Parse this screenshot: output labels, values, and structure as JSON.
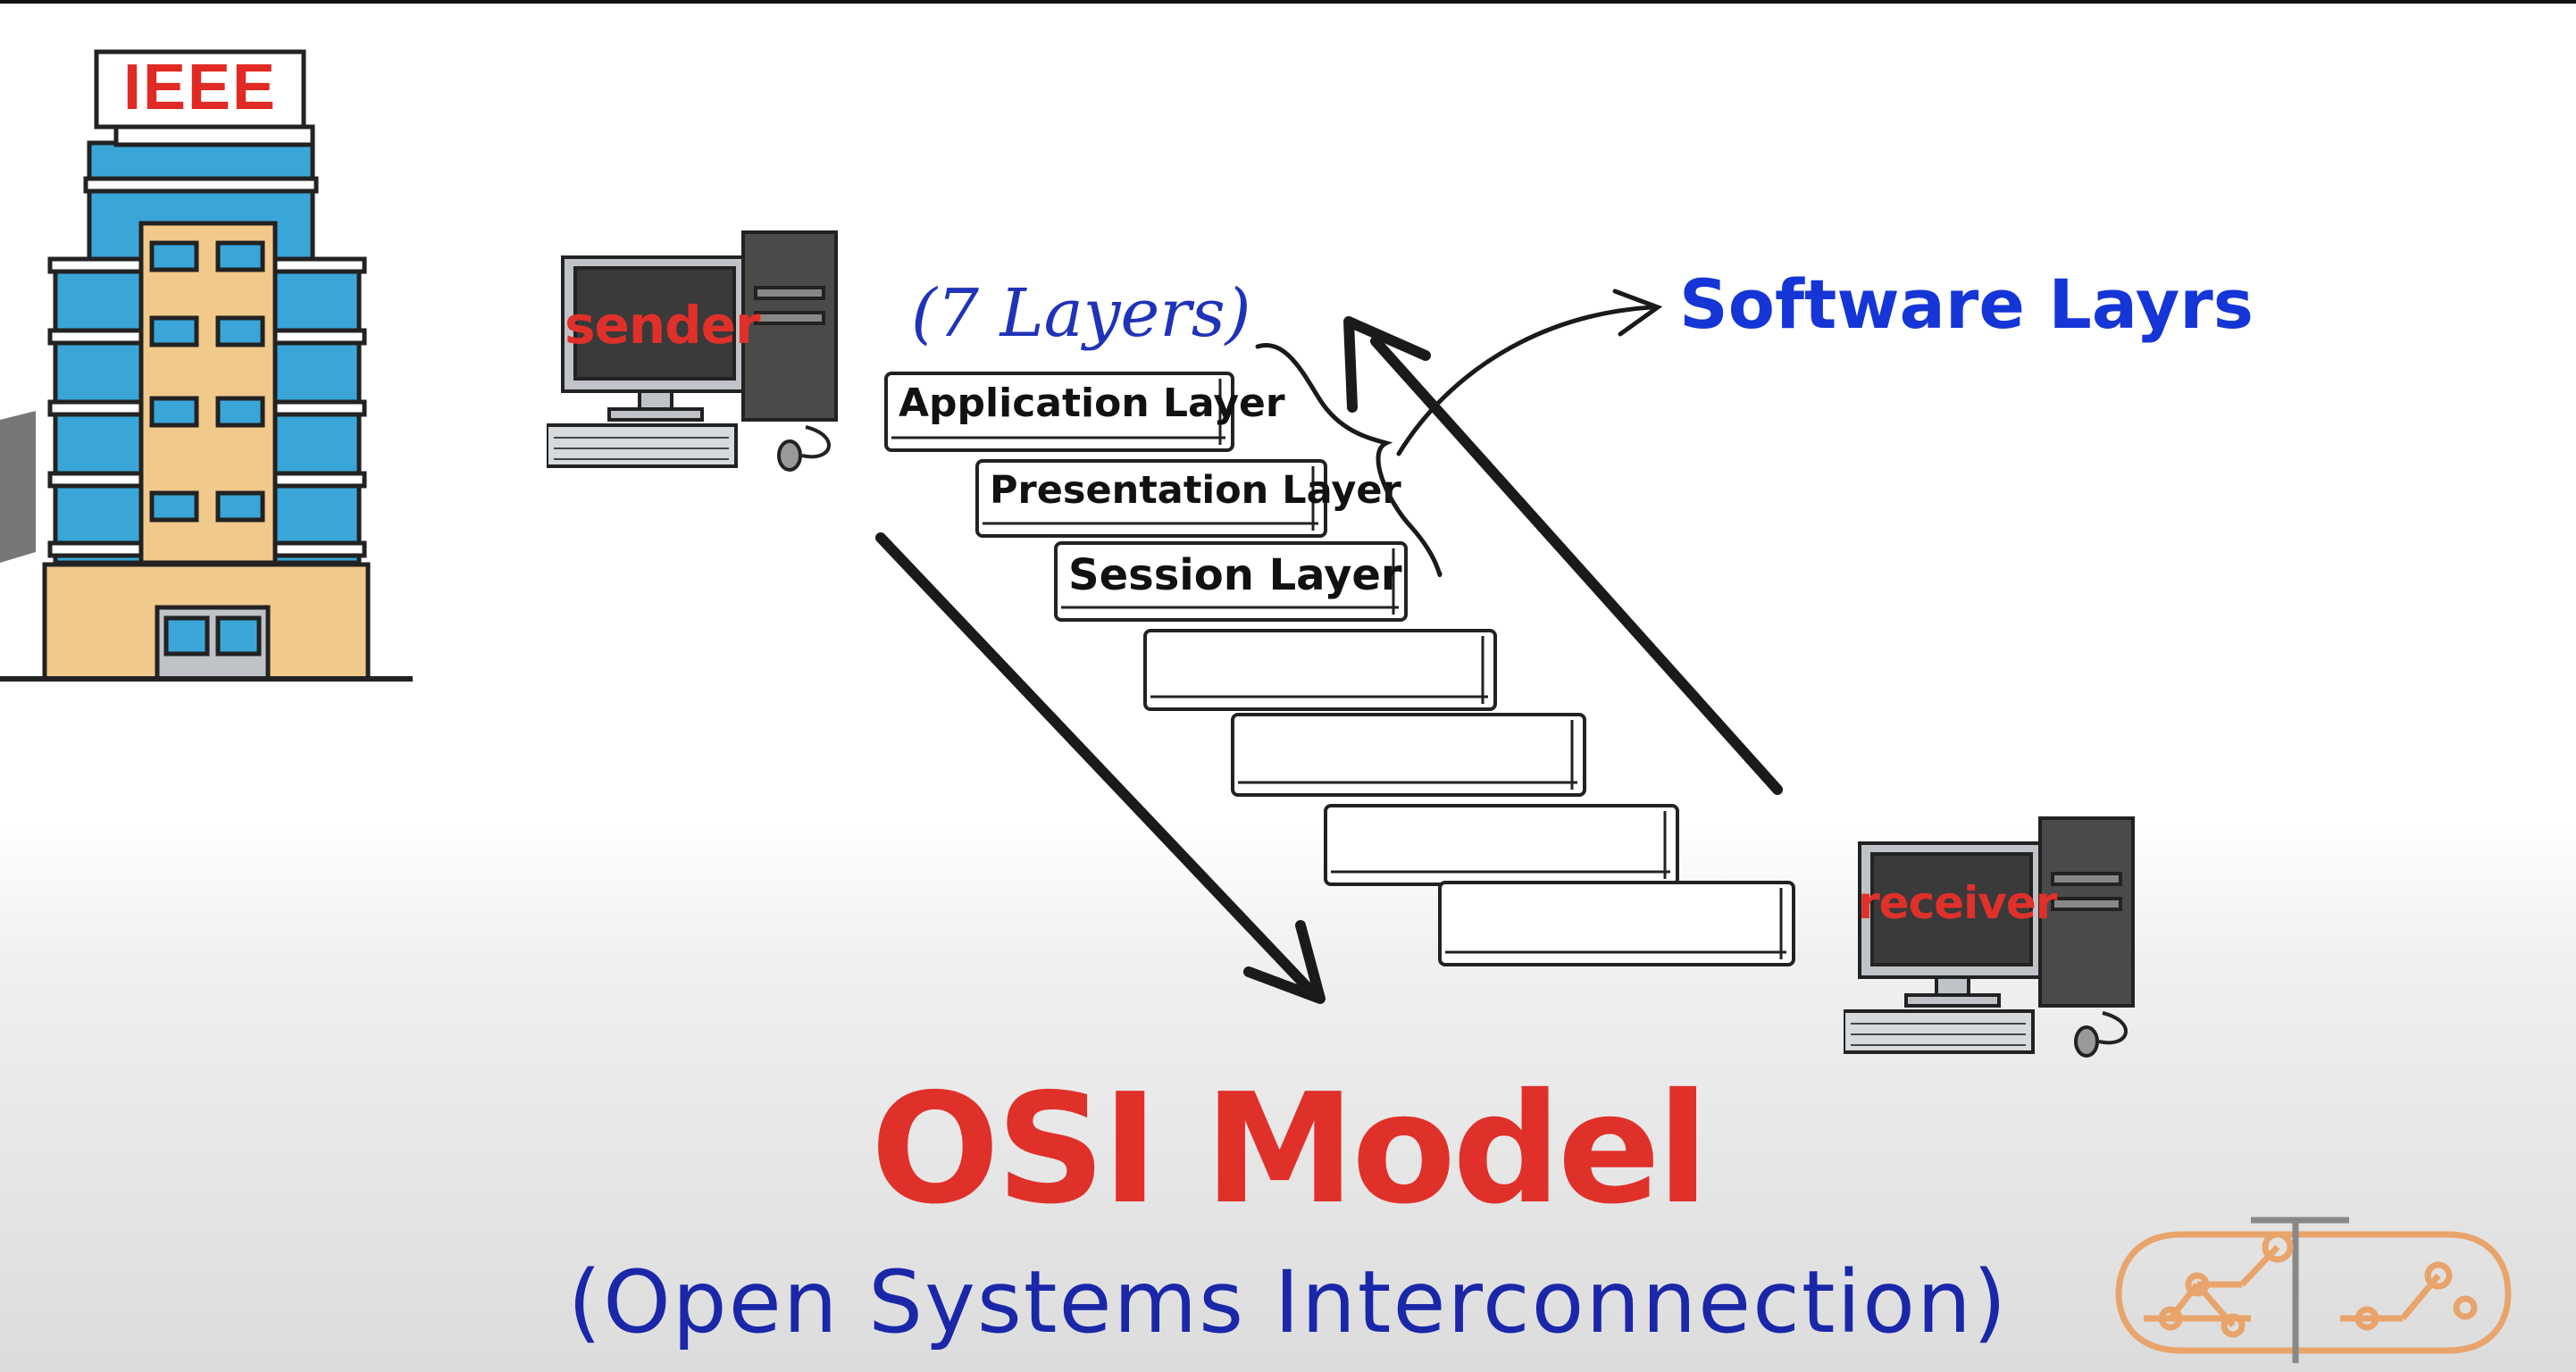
{
  "diagram": {
    "building_sign": "IEEE",
    "sender_label": "sender",
    "receiver_label": "receiver",
    "layers_note": "(7 Layers)",
    "layers": [
      {
        "label": "Application Layer"
      },
      {
        "label": "Presentation Layer"
      },
      {
        "label": "Session Layer"
      },
      {
        "label": ""
      },
      {
        "label": ""
      },
      {
        "label": ""
      },
      {
        "label": ""
      }
    ],
    "software_label": "Software Layrs",
    "title": "OSI Model",
    "subtitle": "(Open Systems Interconnection)"
  },
  "colors": {
    "accent_red": "#e0302a",
    "accent_blue": "#1535d6",
    "subtitle_blue": "#1a27a8",
    "building_tan": "#f1c98b",
    "building_blue": "#3aa6d8",
    "logo_orange": "#e9a46b"
  },
  "icons": [
    "building-icon",
    "sender-computer-icon",
    "receiver-computer-icon",
    "down-arrow-icon",
    "up-arrow-icon",
    "curly-brace-icon",
    "pointer-arrow-icon",
    "logo-icon"
  ]
}
